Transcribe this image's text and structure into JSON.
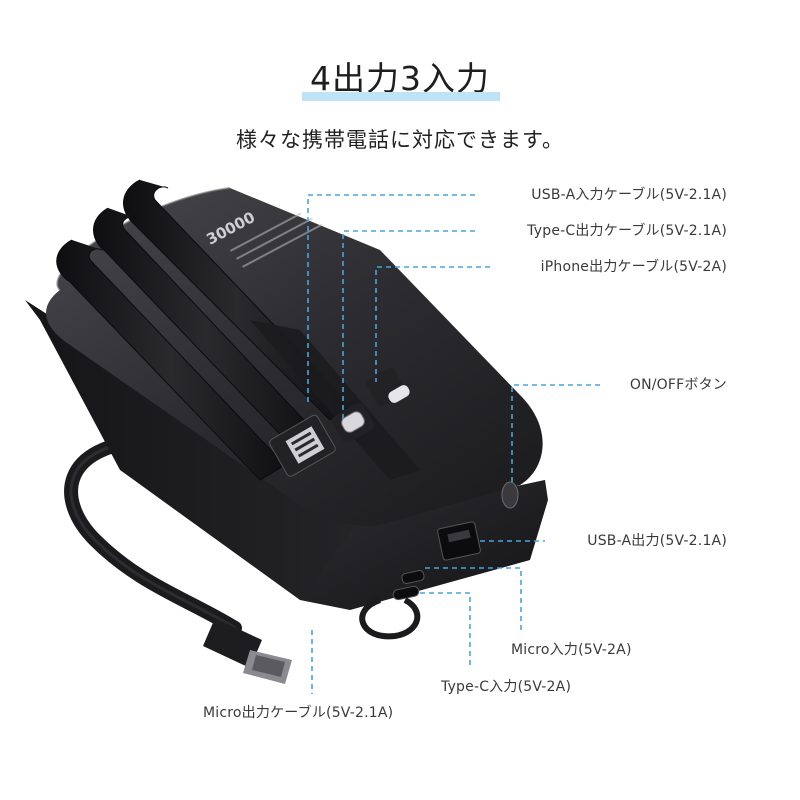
{
  "title": "4出力3入力",
  "subtitle": "様々な携帯電話に対応できます。",
  "device": {
    "capacity_print": "30000",
    "accent_color": "#4aa3df",
    "body_color": "#2a2a2c"
  },
  "labels": {
    "usb_a_input_cable": "USB-A入力ケーブル(5V-2.1A)",
    "type_c_output_cable": "Type-C出力ケーブル(5V-2.1A)",
    "iphone_output_cable": "iPhone出力ケーブル(5V-2A)",
    "on_off_button": "ON/OFFボタン",
    "usb_a_output": "USB-A出力(5V-2.1A)",
    "micro_input": "Micro入力(5V-2A)",
    "type_c_input": "Type-C入力(5V-2A)",
    "micro_output_cable": "Micro出力ケーブル(5V-2.1A)"
  }
}
